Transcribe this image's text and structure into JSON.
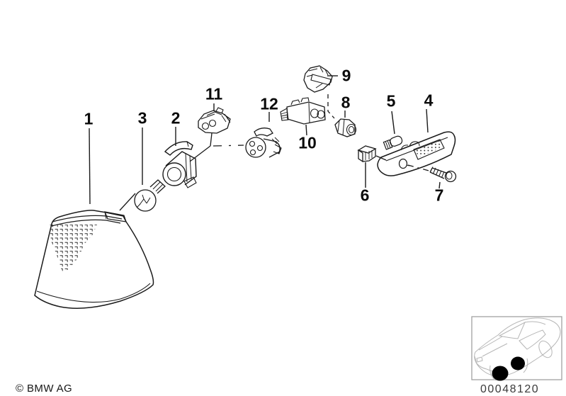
{
  "diagram": {
    "part_labels": [
      "1",
      "2",
      "3",
      "4",
      "5",
      "6",
      "7",
      "8",
      "9",
      "10",
      "11",
      "12"
    ],
    "copyright": "© BMW AG",
    "image_number": "00048120",
    "line_color": "#1a1a1a",
    "thumbnail_line_color": "#b6b6b6",
    "highlight_color": "#000000"
  }
}
